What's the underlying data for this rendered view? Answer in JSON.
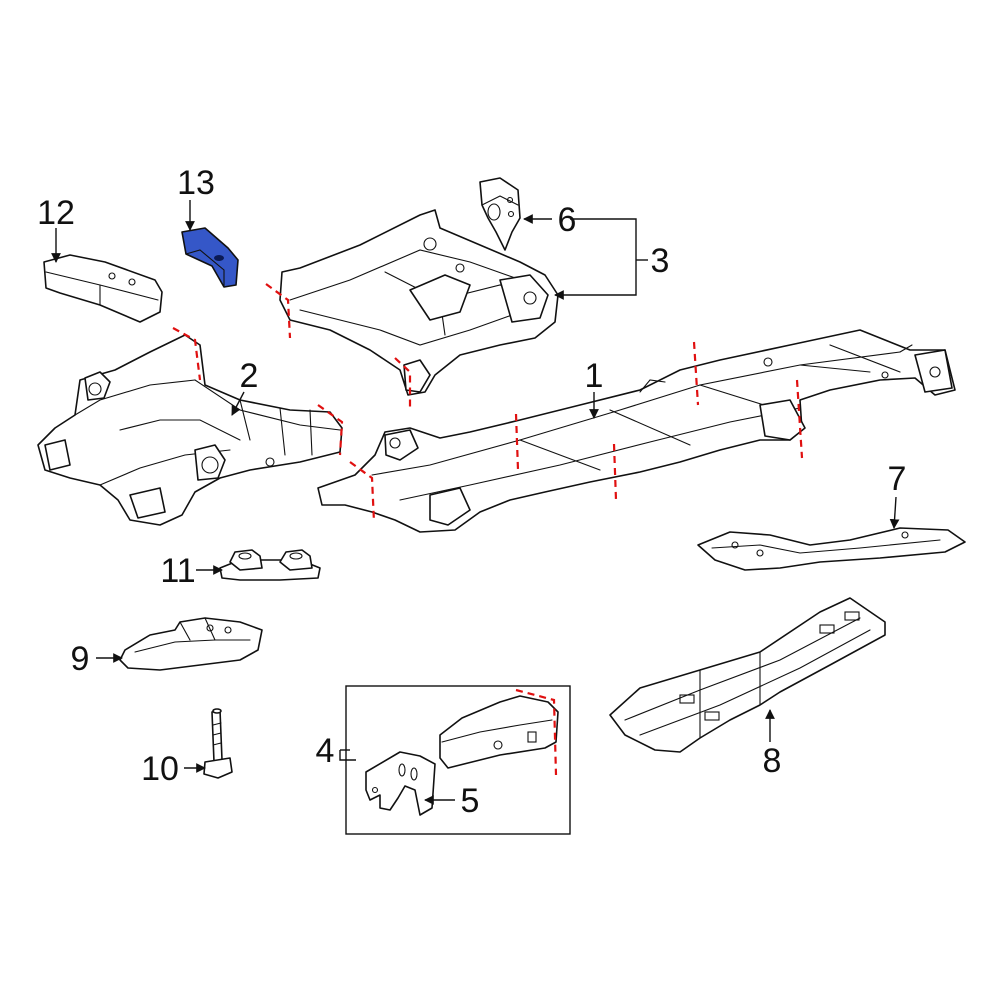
{
  "callouts": {
    "c1": "1",
    "c2": "2",
    "c3": "3",
    "c4": "4",
    "c5": "5",
    "c6": "6",
    "c7": "7",
    "c8": "8",
    "c9": "9",
    "c10": "10",
    "c11": "11",
    "c12": "12",
    "c13": "13"
  },
  "colors": {
    "highlight": "#3557c8",
    "cut_line": "#e01010",
    "line": "#111111"
  }
}
